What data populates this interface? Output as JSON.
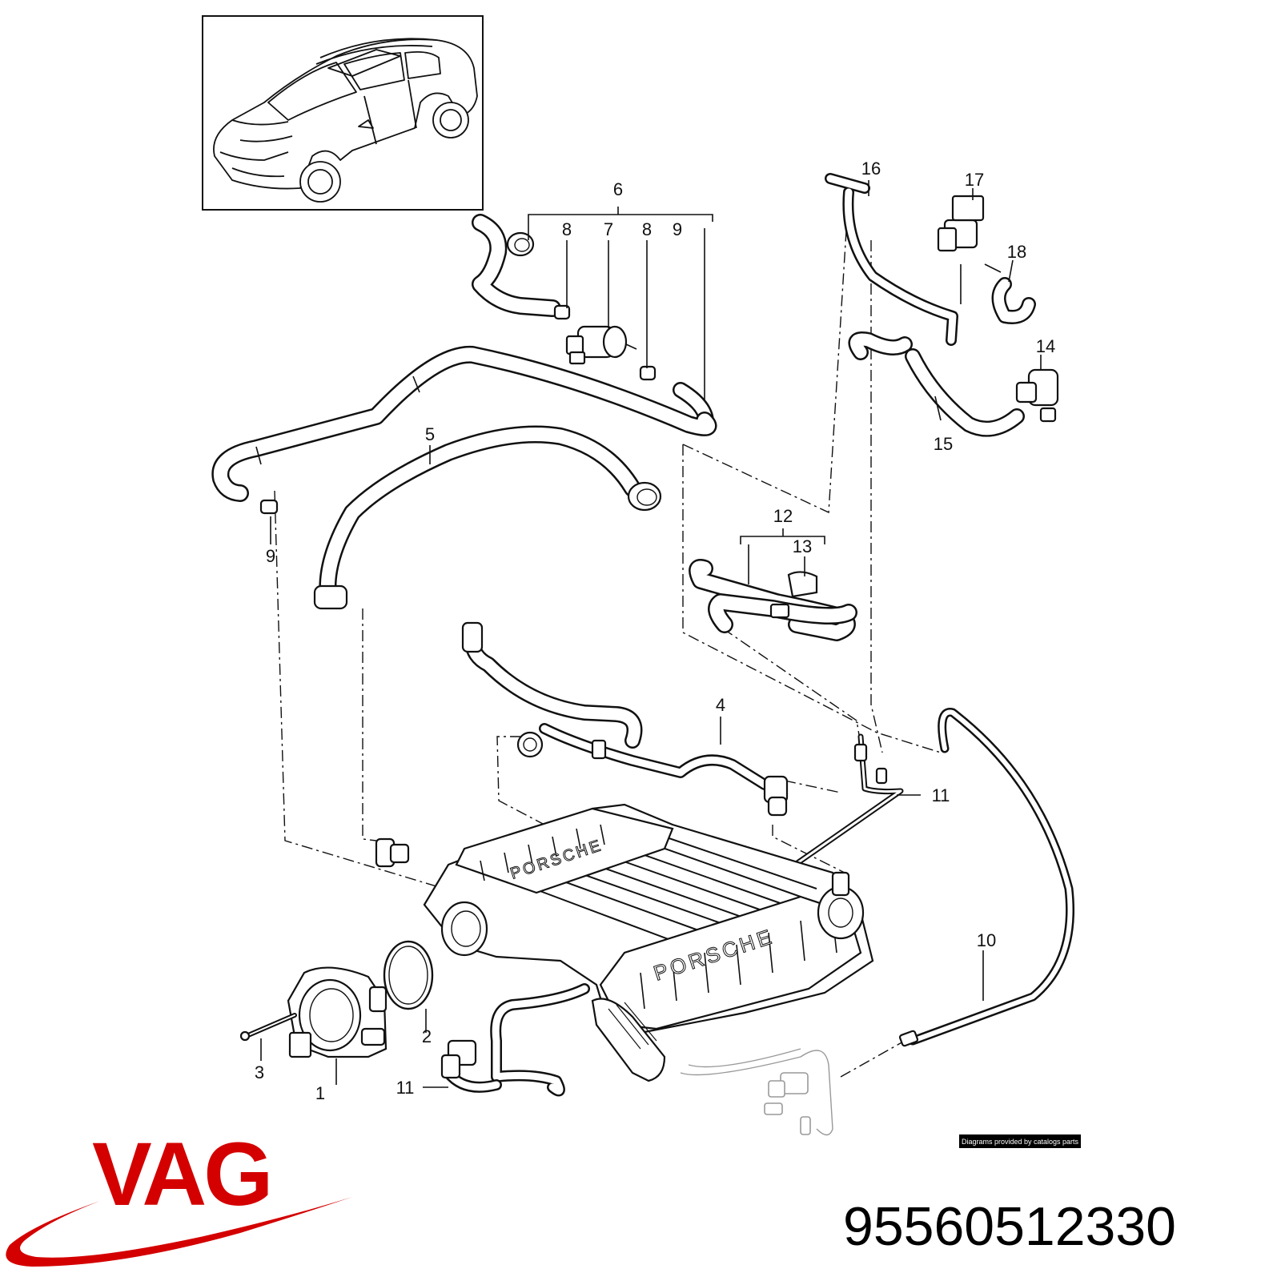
{
  "diagram": {
    "callouts": [
      {
        "id": "c1",
        "text": "1"
      },
      {
        "id": "c2",
        "text": "2"
      },
      {
        "id": "c3",
        "text": "3"
      },
      {
        "id": "c4",
        "text": "4"
      },
      {
        "id": "c5",
        "text": "5"
      },
      {
        "id": "c6",
        "text": "6"
      },
      {
        "id": "c7",
        "text": "7"
      },
      {
        "id": "c8a",
        "text": "8"
      },
      {
        "id": "c8b",
        "text": "8"
      },
      {
        "id": "c9a",
        "text": "9"
      },
      {
        "id": "c9b",
        "text": "9"
      },
      {
        "id": "c10",
        "text": "10"
      },
      {
        "id": "c11a",
        "text": "11"
      },
      {
        "id": "c11b",
        "text": "11"
      },
      {
        "id": "c12",
        "text": "12"
      },
      {
        "id": "c13",
        "text": "13"
      },
      {
        "id": "c14",
        "text": "14"
      },
      {
        "id": "c15",
        "text": "15"
      },
      {
        "id": "c16",
        "text": "16"
      },
      {
        "id": "c17",
        "text": "17"
      },
      {
        "id": "c18",
        "text": "18"
      }
    ],
    "manifold_lettering": "PORSCHE",
    "credit": "Diagrams provided by catalogs parts"
  },
  "brand": {
    "logo_text": "VAG",
    "logo_color": "#d40000",
    "part_number": "95560512330"
  },
  "colors": {
    "line": "#111111",
    "ghost": "#999999",
    "background": "#ffffff"
  }
}
